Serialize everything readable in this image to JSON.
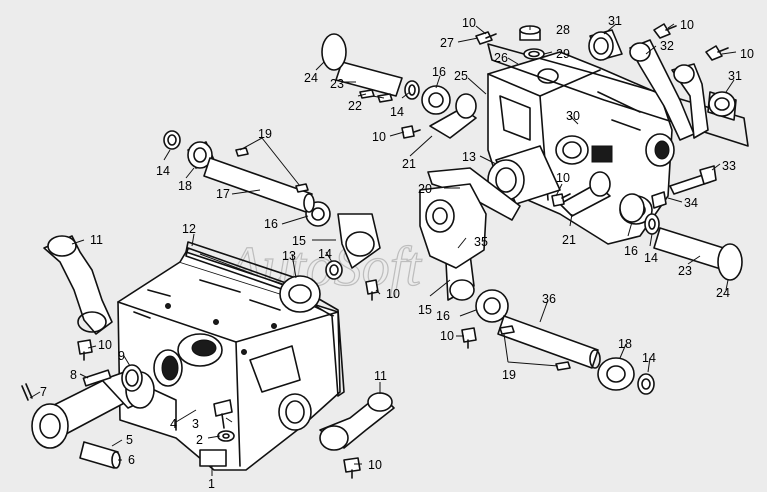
{
  "watermark": "AutoSoft",
  "callouts": [
    {
      "id": "c10a",
      "text": "10"
    },
    {
      "id": "c28",
      "text": "28"
    },
    {
      "id": "c31a",
      "text": "31"
    },
    {
      "id": "c10b",
      "text": "10"
    },
    {
      "id": "c27",
      "text": "27"
    },
    {
      "id": "c26",
      "text": "26"
    },
    {
      "id": "c29",
      "text": "29"
    },
    {
      "id": "c32",
      "text": "32"
    },
    {
      "id": "c10c",
      "text": "10"
    },
    {
      "id": "c24a",
      "text": "24"
    },
    {
      "id": "c23a",
      "text": "23"
    },
    {
      "id": "c16a",
      "text": "16"
    },
    {
      "id": "c25",
      "text": "25"
    },
    {
      "id": "c31b",
      "text": "31"
    },
    {
      "id": "c22",
      "text": "22"
    },
    {
      "id": "c14a",
      "text": "14"
    },
    {
      "id": "c30",
      "text": "30"
    },
    {
      "id": "c19a",
      "text": "19"
    },
    {
      "id": "c10d",
      "text": "10"
    },
    {
      "id": "c21a",
      "text": "21"
    },
    {
      "id": "c14b",
      "text": "14"
    },
    {
      "id": "c13a",
      "text": "13"
    },
    {
      "id": "c18a",
      "text": "18"
    },
    {
      "id": "c17",
      "text": "17"
    },
    {
      "id": "c10e",
      "text": "10"
    },
    {
      "id": "c33",
      "text": "33"
    },
    {
      "id": "c20",
      "text": "20"
    },
    {
      "id": "c34",
      "text": "34"
    },
    {
      "id": "c16b",
      "text": "16"
    },
    {
      "id": "c21b",
      "text": "21"
    },
    {
      "id": "c12",
      "text": "12"
    },
    {
      "id": "c11a",
      "text": "11"
    },
    {
      "id": "c15a",
      "text": "15"
    },
    {
      "id": "c14c",
      "text": "14"
    },
    {
      "id": "c35",
      "text": "35"
    },
    {
      "id": "c16c",
      "text": "16"
    },
    {
      "id": "c14d",
      "text": "14"
    },
    {
      "id": "c23b",
      "text": "23"
    },
    {
      "id": "c13b",
      "text": "13"
    },
    {
      "id": "c10f",
      "text": "10"
    },
    {
      "id": "c24b",
      "text": "24"
    },
    {
      "id": "c15b",
      "text": "15"
    },
    {
      "id": "c36",
      "text": "36"
    },
    {
      "id": "c16d",
      "text": "16"
    },
    {
      "id": "c10g",
      "text": "10"
    },
    {
      "id": "c10h",
      "text": "10"
    },
    {
      "id": "c18b",
      "text": "18"
    },
    {
      "id": "c9",
      "text": "9"
    },
    {
      "id": "c14e",
      "text": "14"
    },
    {
      "id": "c8",
      "text": "8"
    },
    {
      "id": "c19b",
      "text": "19"
    },
    {
      "id": "c7",
      "text": "7"
    },
    {
      "id": "c11b",
      "text": "11"
    },
    {
      "id": "c4",
      "text": "4"
    },
    {
      "id": "c3",
      "text": "3"
    },
    {
      "id": "c2",
      "text": "2"
    },
    {
      "id": "c5",
      "text": "5"
    },
    {
      "id": "c6",
      "text": "6"
    },
    {
      "id": "c1",
      "text": "1"
    },
    {
      "id": "c10i",
      "text": "10"
    }
  ]
}
